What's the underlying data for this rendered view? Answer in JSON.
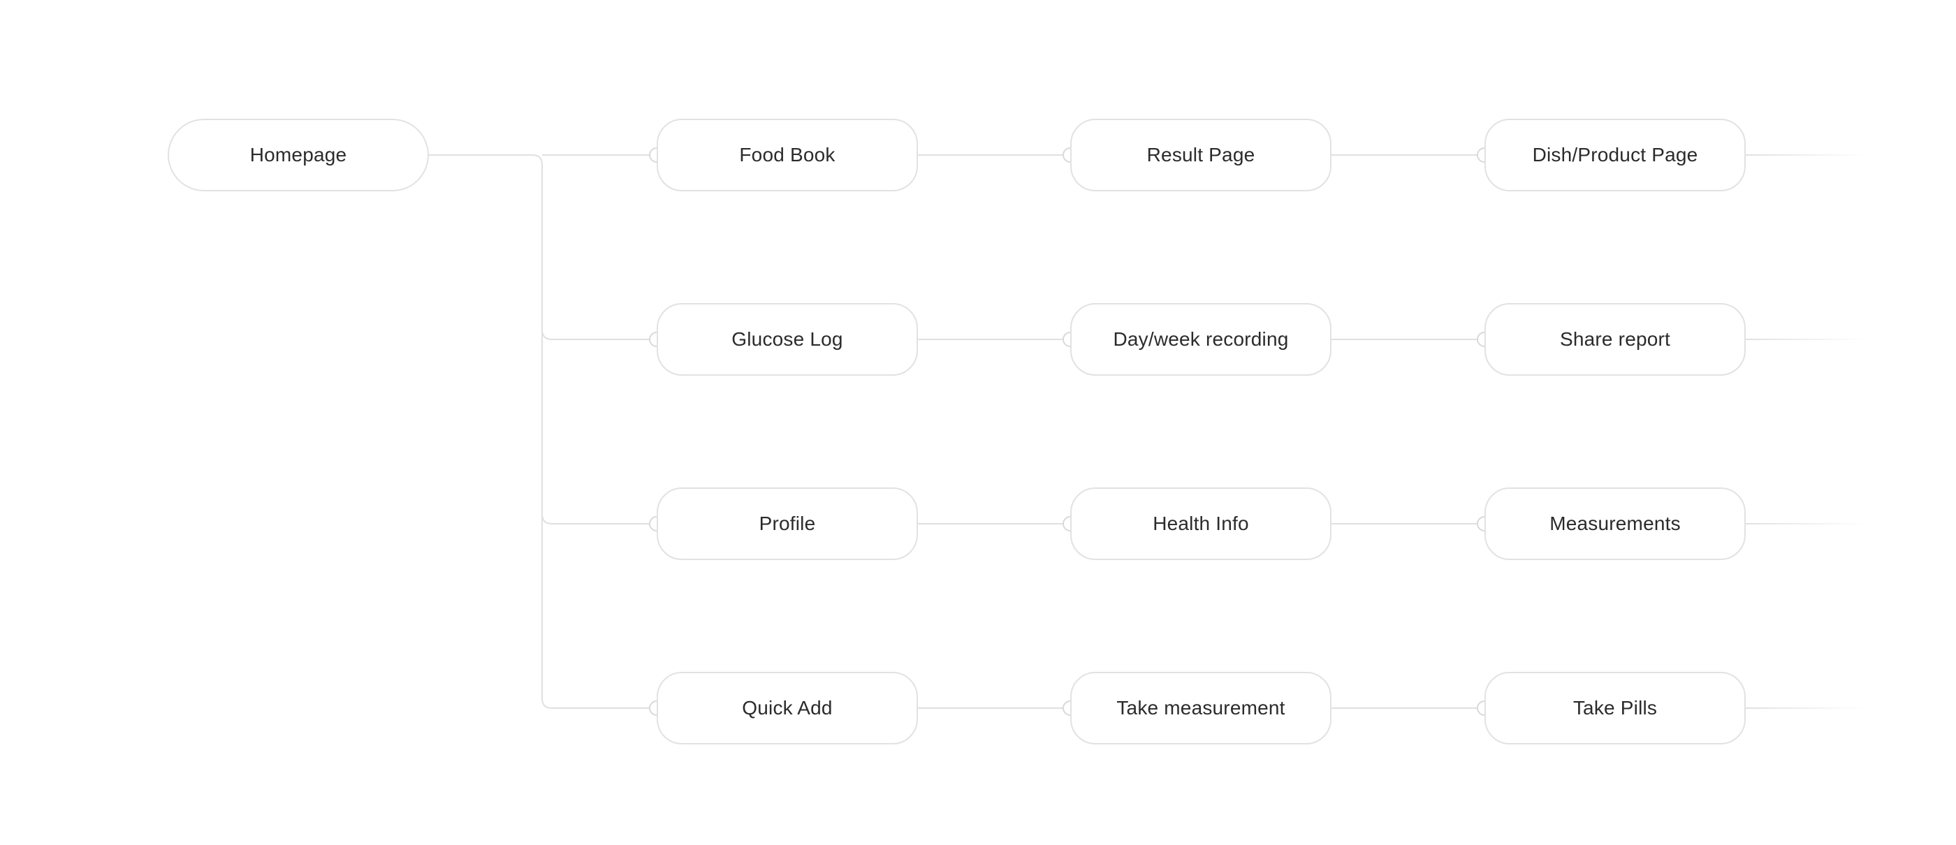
{
  "root": {
    "label": "Homepage"
  },
  "rows": [
    {
      "nodes": [
        "Food Book",
        "Result Page",
        "Dish/Product Page"
      ]
    },
    {
      "nodes": [
        "Glucose Log",
        "Day/week recording",
        "Share report"
      ]
    },
    {
      "nodes": [
        "Profile",
        "Health Info",
        "Measurements"
      ]
    },
    {
      "nodes": [
        "Quick Add",
        "Take measurement",
        "Take Pills"
      ]
    }
  ],
  "colors": {
    "line": "#e0e0e0",
    "node_border": "#e2e2e2",
    "text": "#2b2b2b",
    "background": "#ffffff"
  }
}
